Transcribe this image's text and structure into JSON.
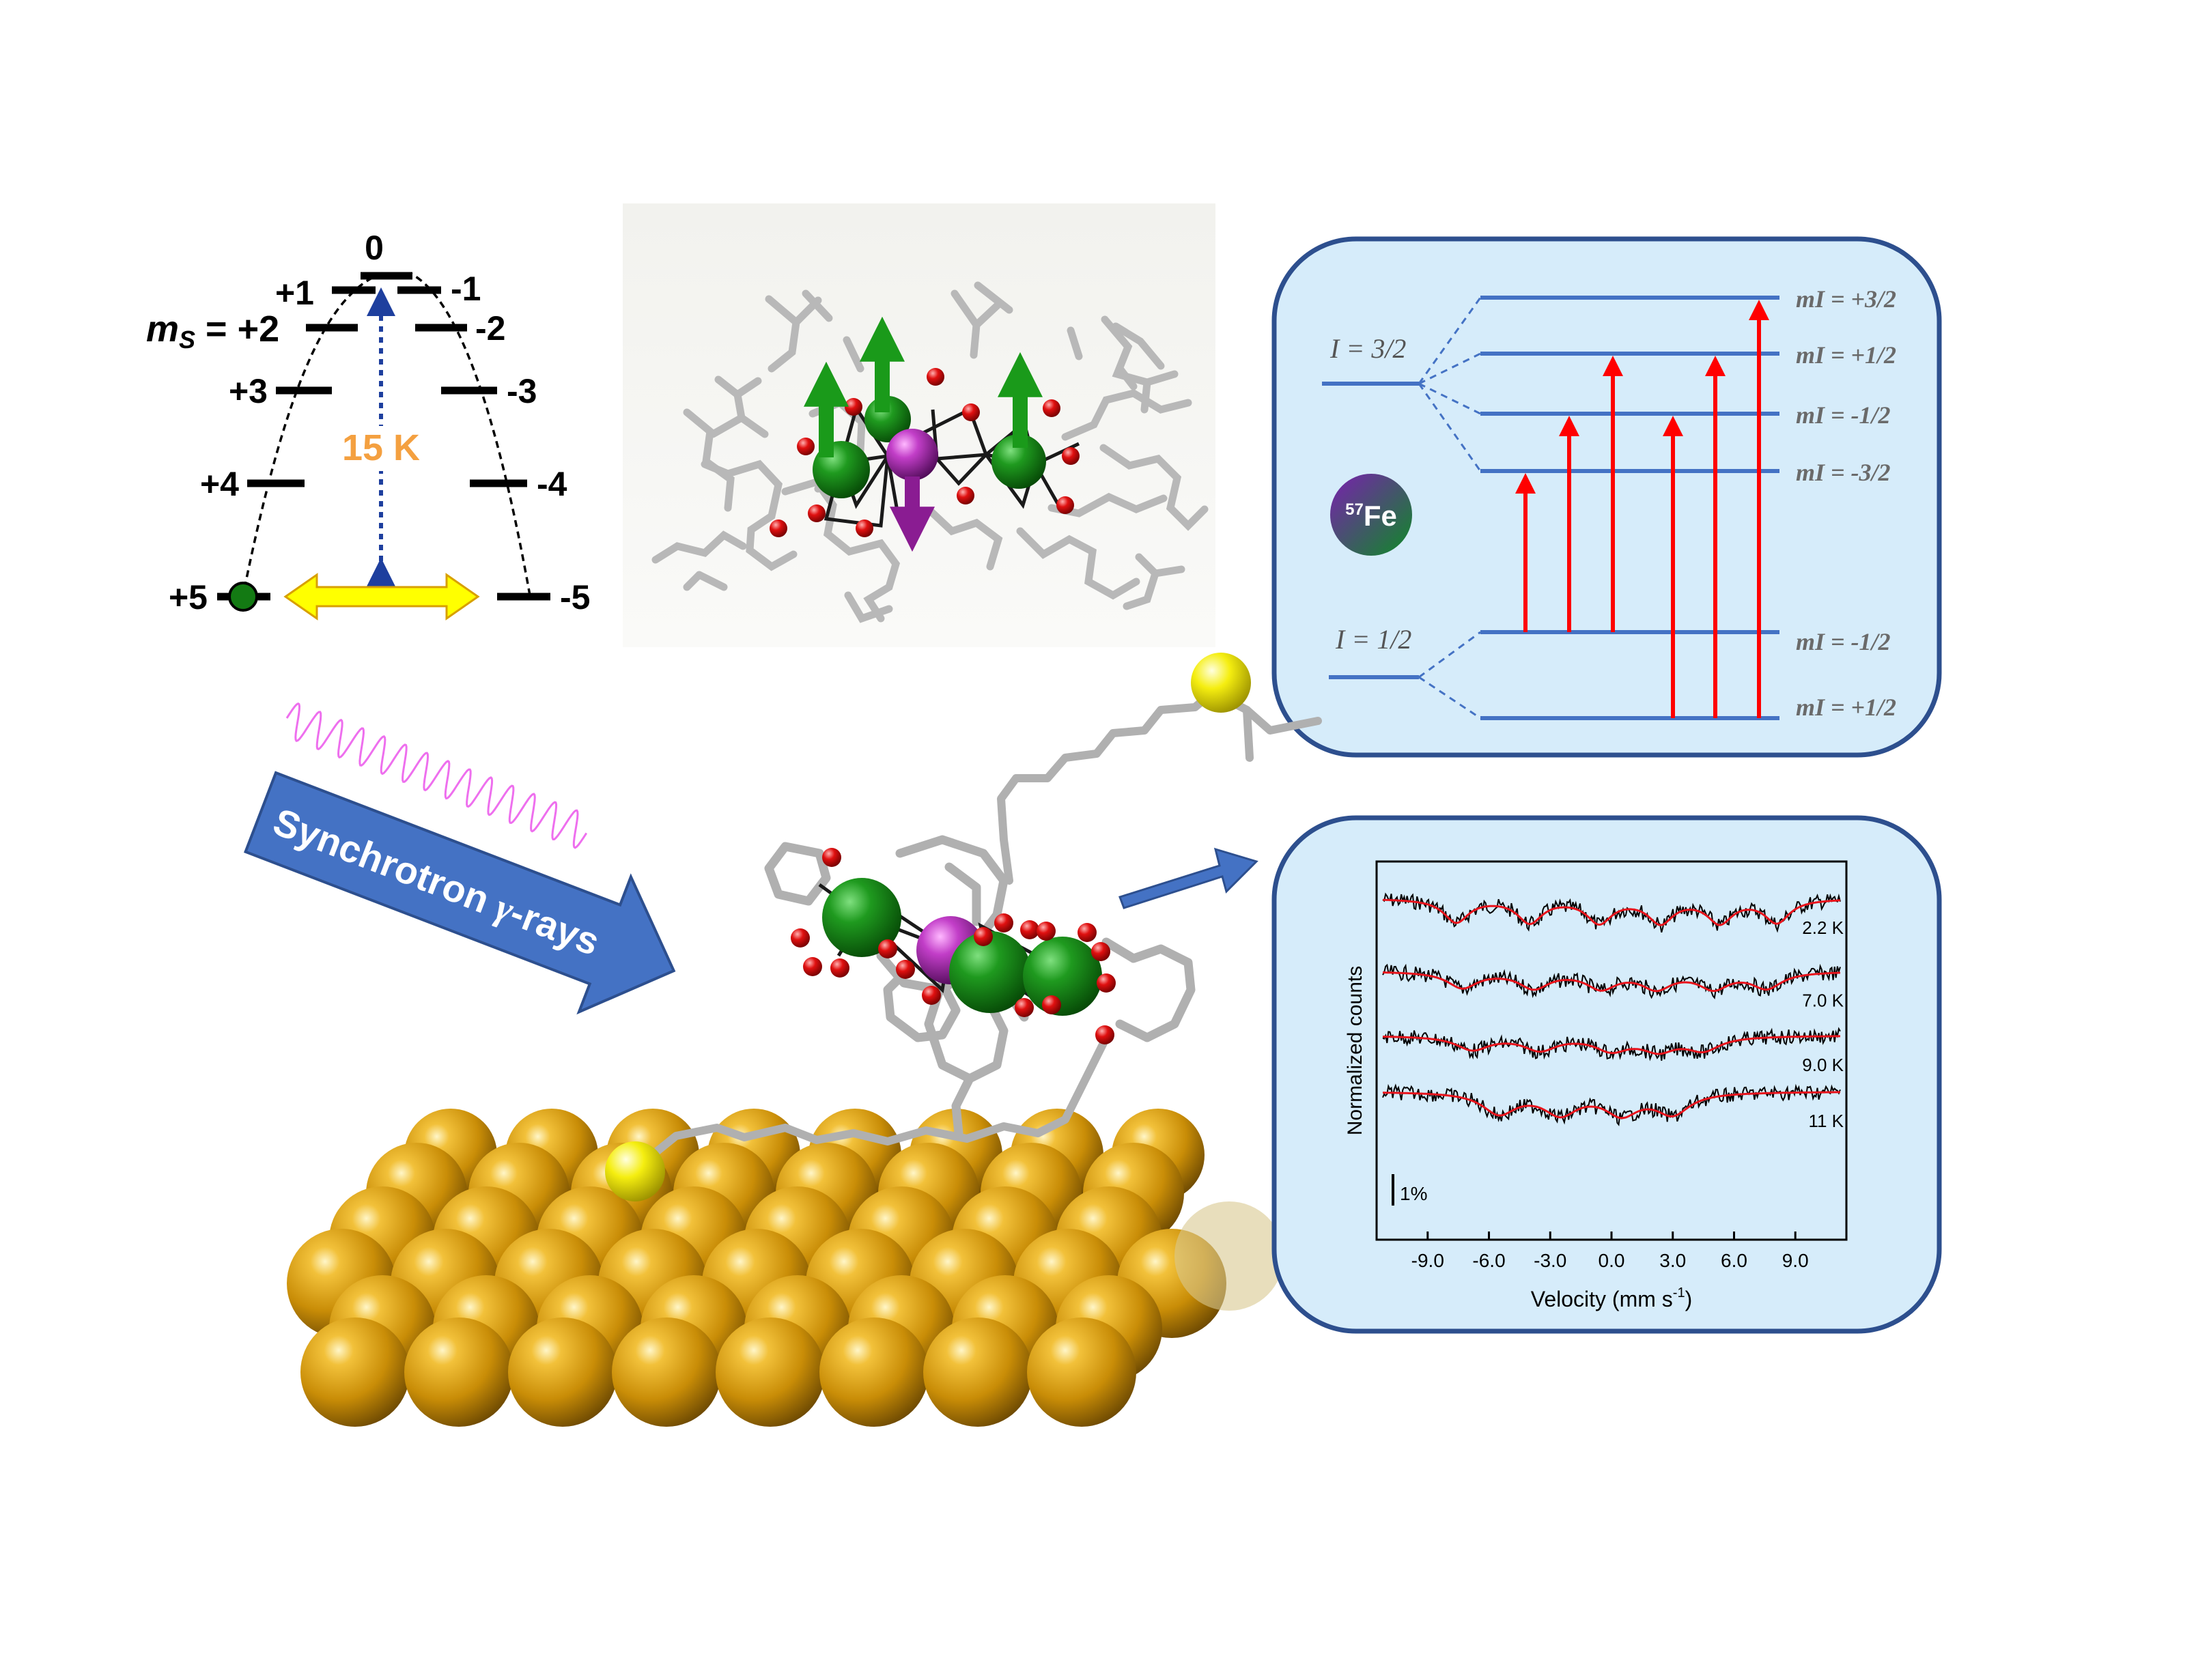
{
  "energy_diagram": {
    "ms_prefix": "m",
    "ms_sub": "S",
    "ms_eq": " = ",
    "levels_left": [
      "+1",
      "+2",
      "+3",
      "+4",
      "+5"
    ],
    "levels_right": [
      "-1",
      "-2",
      "-3",
      "-4",
      "-5"
    ],
    "level_zero": "0",
    "barrier": "15 K"
  },
  "molecule_inset": {
    "label": ""
  },
  "synchrotron": {
    "label_prefix": "Synchrotron ",
    "label_gamma": "γ",
    "label_suffix": "-rays"
  },
  "nuclear_levels": {
    "excited": "I = 3/2",
    "ground": "I = 1/2",
    "excited_levels": [
      "mI = +3/2",
      "mI = +1/2",
      "mI = -1/2",
      "mI = -3/2"
    ],
    "ground_levels": [
      "mI = -1/2",
      "mI = +1/2"
    ],
    "isotope_mass": "57",
    "isotope_symbol": "Fe"
  },
  "chart_data": {
    "type": "line",
    "title": "",
    "xlabel": "Velocity (mm s",
    "xlabel_sup": "-1",
    "xlabel_close": ")",
    "ylabel": "Normalized counts",
    "xlim": [
      -11.5,
      11.5
    ],
    "xticks": [
      "-9.0",
      "-6.0",
      "-3.0",
      "0.0",
      "3.0",
      "6.0",
      "9.0"
    ],
    "scale_bar": "1%",
    "series": [
      {
        "name": "2.2 K",
        "offset": 0.0,
        "lines": [
          -7.6,
          -4.0,
          -0.6,
          2.4,
          5.3,
          8.1
        ],
        "depth": 0.55,
        "width": 0.75
      },
      {
        "name": "7.0 K",
        "offset": 1.3,
        "lines": [
          -7.3,
          -3.8,
          -0.5,
          2.2,
          5.0,
          7.6
        ],
        "depth": 0.38,
        "width": 0.9
      },
      {
        "name": "9.0 K",
        "offset": 2.45,
        "lines": [
          -6.8,
          -3.5,
          0.0,
          2.3,
          4.5
        ],
        "depth": 0.32,
        "width": 1.0
      },
      {
        "name": "11 K",
        "offset": 3.45,
        "lines": [
          -5.5,
          -2.5,
          0.5,
          3.0
        ],
        "depth": 0.5,
        "width": 1.0
      }
    ],
    "fit_color": "#e8141c",
    "data_color": "#000000"
  },
  "colors": {
    "panel_fill": "#d6ecfa",
    "panel_border": "#2d4f8e",
    "level_line": "#4472c4",
    "transition": "#ff0000",
    "gold": "#d49a0a",
    "fe": "#127a12",
    "dy": "#8a1c92",
    "oxygen": "#e01010",
    "sulfur": "#f5ee10",
    "arrow_blue": "#4472c4",
    "barrier_text": "#f4a040"
  }
}
